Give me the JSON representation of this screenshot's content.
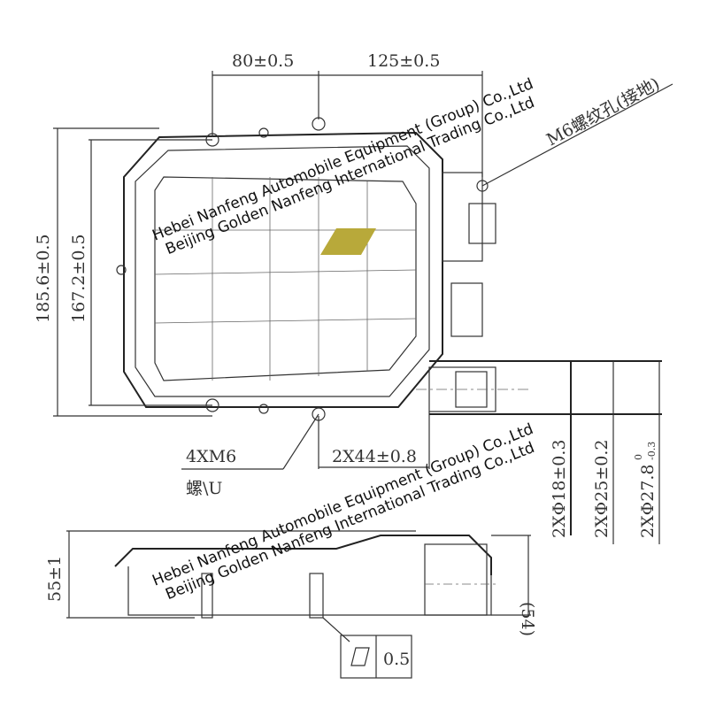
{
  "top_view": {
    "dim_width_left": "80±0.5",
    "dim_width_right": "125±0.5",
    "dim_height_outer": "185.6±0.5",
    "dim_height_inner": "167.2±0.5",
    "ground_hole_label": "M6螺纹孔(接地)",
    "mount_holes_label": "4XM6",
    "mount_holes_sub": "螺\\U",
    "pipe_spacing": "2X44±0.8",
    "pipe_dia_1": "2XΦ18±0.3",
    "pipe_dia_2": "2XΦ25±0.2",
    "pipe_dia_3": "2XΦ27.8",
    "pipe_dia_3_tol_upper": "0",
    "pipe_dia_3_tol_lower": "-0.3"
  },
  "side_view": {
    "dim_height": "55±1",
    "dim_ref": "(54)",
    "flatness_value": "0.5"
  },
  "watermarks": [
    {
      "line1": "Hebei Nanfeng Automobile Equipment (Group) Co.,Ltd",
      "line2": "Beijing Golden Nanfeng International Trading Co.,Ltd"
    },
    {
      "line1": "Hebei Nanfeng Automobile Equipment (Group) Co.,Ltd",
      "line2": "Beijing Golden Nanfeng International Trading Co.,Ltd"
    }
  ],
  "colors": {
    "logo": "#b8a93a",
    "line": "#333333"
  }
}
